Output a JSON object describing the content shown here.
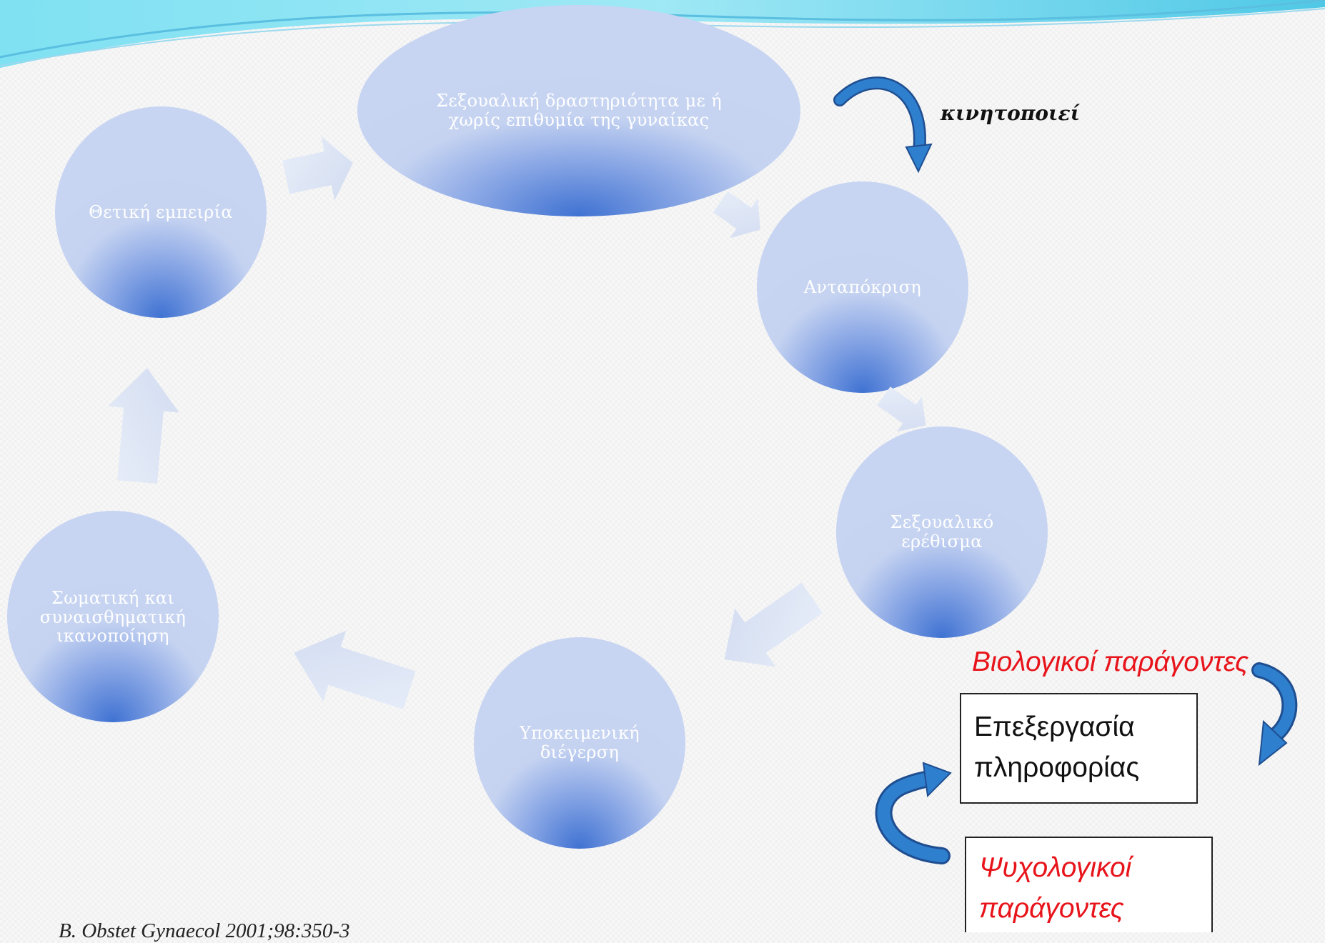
{
  "diagram": {
    "nodes": [
      {
        "id": "sexual-activity",
        "label": "Σεξουαλική δραστηριότητα με ή\nχωρίς επιθυμία της γυναίκας"
      },
      {
        "id": "response",
        "label": "Ανταπόκριση"
      },
      {
        "id": "sexual-stimulus",
        "label": "Σεξουαλικό\nερέθισμα"
      },
      {
        "id": "subjective-arousal",
        "label": "Υποκειμενική\nδιέγερση"
      },
      {
        "id": "satisfaction",
        "label": "Σωματική και\nσυναισθηματική\nικανοποίηση"
      },
      {
        "id": "positive-experience",
        "label": "Θετική εμπειρία"
      }
    ],
    "mobilizes_label": "κινητοποιεί",
    "biological_label": "Βιολογικοί παράγοντες",
    "processing_label": "Επεξεργασία\nπληροφορίας",
    "psychological_label": "Ψυχολογικοί\nπαράγοντες",
    "citation": "B. Obstet Gynaecol 2001;98:350-3"
  },
  "colors": {
    "node_light": "#c5d3f1",
    "node_dark": "#3f72d2",
    "arrow_fill": "#dfe6f6",
    "curved_arrow": "#2f7fcf",
    "red_text": "#e8141b",
    "header_cyan": "#5fd0ea"
  }
}
